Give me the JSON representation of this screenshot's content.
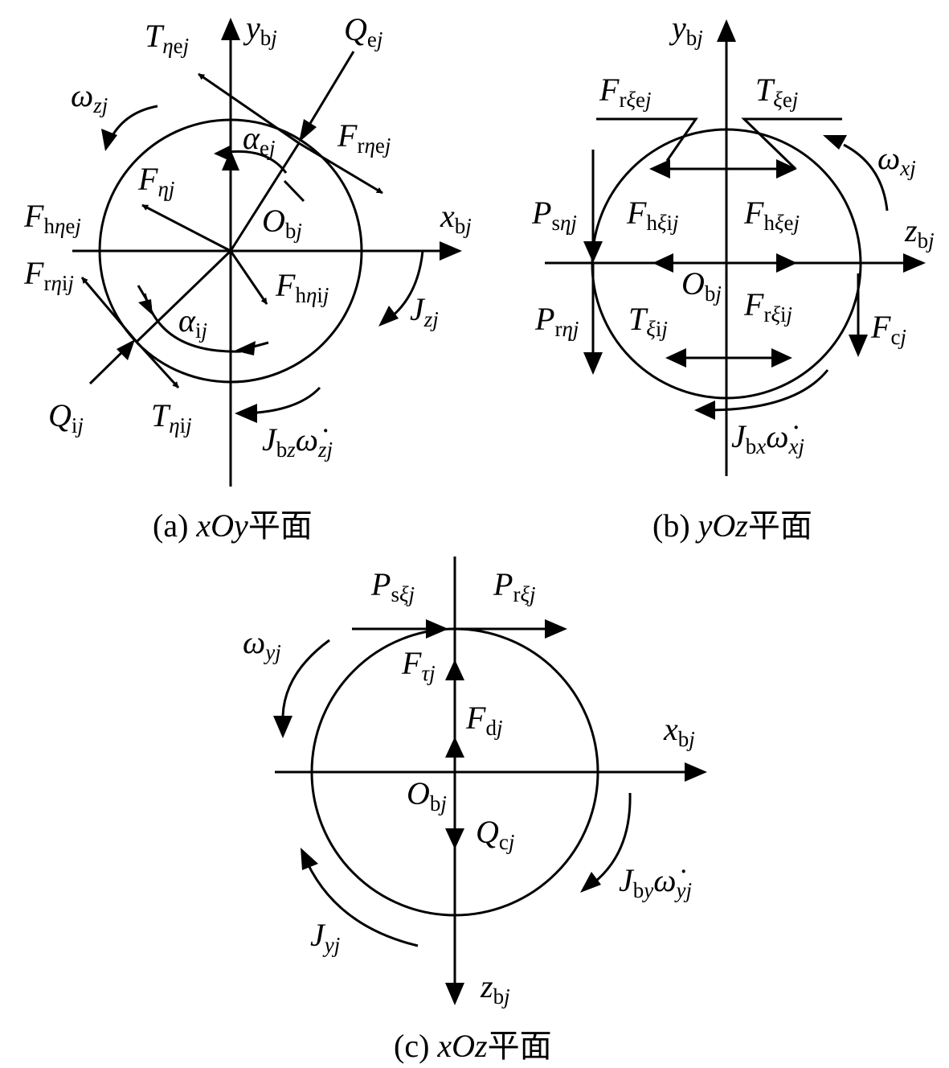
{
  "panels": {
    "a": {
      "caption_prefix": "(a) ",
      "caption_italic": "xOy",
      "caption_suffix": "平面",
      "labels": {
        "y_axis": {
          "main": "y",
          "sub": "b",
          "subi": "j"
        },
        "x_axis": {
          "main": "x",
          "sub": "b",
          "subi": "j"
        },
        "origin": {
          "main": "O",
          "sub": "b",
          "subi": "j"
        },
        "Q_e": {
          "main": "Q",
          "sub": "e",
          "subi": "j"
        },
        "Q_i": {
          "main": "Q",
          "sub": "i",
          "subi": "j"
        },
        "T_eta_e": {
          "main": "T",
          "subi_pre": "η",
          "sub": "e",
          "subi": "j"
        },
        "T_eta_i": {
          "main": "T",
          "subi_pre": "η",
          "sub": "i",
          "subi": "j"
        },
        "omega_z": {
          "main": "ω",
          "subi": "zj"
        },
        "alpha_e": {
          "main": "α",
          "sub": "e",
          "subi": "j"
        },
        "alpha_i": {
          "main": "α",
          "sub": "i",
          "subi": "j"
        },
        "F_r_eta_e": {
          "main": "F",
          "sub": "r",
          "subi_mid": "η",
          "sub2": "e",
          "subi": "j"
        },
        "F_eta": {
          "main": "F",
          "subi": "ηj"
        },
        "F_h_eta_e": {
          "main": "F",
          "sub": "h",
          "subi_mid": "η",
          "sub2": "e",
          "subi": "j"
        },
        "F_r_eta_i": {
          "main": "F",
          "sub": "r",
          "subi_mid": "η",
          "sub2": "i",
          "subi": "j"
        },
        "F_h_eta_i": {
          "main": "F",
          "sub": "h",
          "subi_mid": "η",
          "sub2": "i",
          "subi": "j"
        },
        "J_z": {
          "main": "J",
          "subi": "zj"
        },
        "J_bz": {
          "main": "J",
          "sub": "b",
          "subi_mid": "z",
          "dot": "ω̇",
          "subi": "zj"
        }
      }
    },
    "b": {
      "caption_prefix": "(b) ",
      "caption_italic": "yOz",
      "caption_suffix": "平面",
      "labels": {
        "y_axis": {
          "main": "y",
          "sub": "b",
          "subi": "j"
        },
        "z_axis": {
          "main": "z",
          "sub": "b",
          "subi": "j"
        },
        "origin": {
          "main": "O",
          "sub": "b",
          "subi": "j"
        },
        "F_r_xi_e": {
          "main": "F",
          "sub": "r",
          "subi_mid": "ξ",
          "sub2": "e",
          "subi": "j"
        },
        "T_xi_e": {
          "main": "T",
          "subi_pre": "ξ",
          "sub": "e",
          "subi": "j"
        },
        "omega_x": {
          "main": "ω",
          "subi": "xj"
        },
        "P_s_eta": {
          "main": "P",
          "sub": "s",
          "subi": "ηj"
        },
        "F_h_xi_i": {
          "main": "F",
          "sub": "h",
          "subi_mid": "ξ",
          "sub2": "i",
          "subi": "j"
        },
        "F_h_xi_e": {
          "main": "F",
          "sub": "h",
          "subi_mid": "ξ",
          "sub2": "e",
          "subi": "j"
        },
        "P_r_eta": {
          "main": "P",
          "sub": "r",
          "subi": "ηj"
        },
        "T_xi_i": {
          "main": "T",
          "subi_pre": "ξ",
          "sub": "i",
          "subi": "j"
        },
        "F_r_xi_i": {
          "main": "F",
          "sub": "r",
          "subi_mid": "ξ",
          "sub2": "i",
          "subi": "j"
        },
        "F_c": {
          "main": "F",
          "sub": "c",
          "subi": "j"
        },
        "J_bx": {
          "main": "J",
          "sub": "b",
          "subi_mid": "x",
          "dot": "ω̇",
          "subi": "xj"
        }
      }
    },
    "c": {
      "caption_prefix": "(c) ",
      "caption_italic": "xOz",
      "caption_suffix": "平面",
      "labels": {
        "x_axis": {
          "main": "x",
          "sub": "b",
          "subi": "j"
        },
        "z_axis": {
          "main": "z",
          "sub": "b",
          "subi": "j"
        },
        "origin": {
          "main": "O",
          "sub": "b",
          "subi": "j"
        },
        "P_s_xi": {
          "main": "P",
          "sub": "s",
          "subi": "ξj"
        },
        "P_r_xi": {
          "main": "P",
          "sub": "r",
          "subi": "ξj"
        },
        "omega_y": {
          "main": "ω",
          "subi": "yj"
        },
        "F_tau": {
          "main": "F",
          "subi": "τj"
        },
        "F_d": {
          "main": "F",
          "sub": "d",
          "subi": "j"
        },
        "Q_c": {
          "main": "Q",
          "sub": "c",
          "subi": "j"
        },
        "J_by": {
          "main": "J",
          "sub": "b",
          "subi_mid": "y",
          "dot": "ω̇",
          "subi": "yj"
        },
        "J_y": {
          "main": "J",
          "subi": "yj"
        }
      }
    }
  }
}
